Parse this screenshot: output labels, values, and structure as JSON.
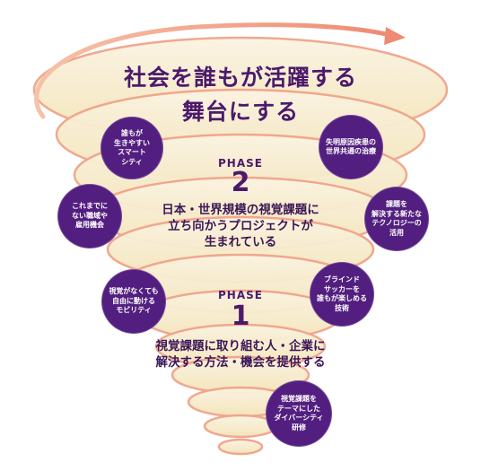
{
  "title_line1": "社会を誰もが活躍する",
  "title_line2": "舞台にする",
  "phase2": {
    "label": "PHASE",
    "number": "2",
    "desc_line1": "日本・世界規模の視覚課題に",
    "desc_line2": "立ち向かうプロジェクトが",
    "desc_line3": "生まれている"
  },
  "phase1": {
    "label": "PHASE",
    "number": "1",
    "desc_line1": "視覚課題に取り組む人・企業に",
    "desc_line2": "解決する方法・機会を提供する"
  },
  "bubbles": {
    "b1": "誰もが\n生きやすい\nスマート\nシティ",
    "b2": "失明原因疾患の\n世界共通の治療",
    "b3": "これまでに\nない職域や\n雇用機会",
    "b4": "課題を\n解決する新たな\nテクノロジーの\n活用",
    "b5": "視覚がなくても\n自由に動ける\nモビリティ",
    "b6": "ブラインド\nサッカーを\n誰もが楽しめる\n技術",
    "b7": "視覚課題を\nテーマにした\nダイバーシティ\n研修"
  },
  "colors": {
    "bubble": "#521e7f",
    "text": "#4b1a6b",
    "ring_fill": "#f8efd6",
    "ring_stroke": "#f0a48a"
  }
}
